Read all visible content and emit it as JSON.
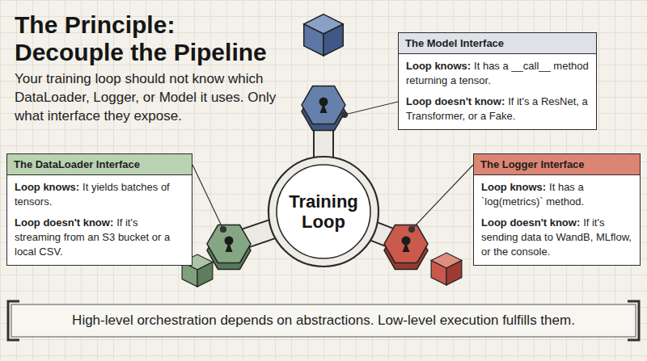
{
  "diagram": {
    "title": "The Principle: Decouple the Pipeline",
    "caption": "High-level orchestration depends on abstractions. Low-level execution fulfills them.",
    "nodes": [
      {
        "text": [
          "The Model Interface",
          "Loop knows:",
          "It has a __call__ method returning a tensor.",
          "Loop doesn't know:",
          "If it's a ResNet, a Transformer, or a Fake."
        ]
      },
      {
        "text": [
          "The DataLoader Interface",
          "Loop knows:",
          "It yields batches of tensors.",
          "Loop doesn't know:",
          "If it's streaming from an S3 bucket or a local CSV."
        ]
      },
      {
        "text": [
          "Training Loop"
        ]
      },
      {
        "text": [
          "The Logger Interface",
          "Loop knows:",
          "It has a `log(metrics)` method.",
          "Loop doesn't know:",
          "If it's sending data to WandB, MLflow, or the console."
        ]
      }
    ],
    "labels": [
      "Your training loop should not know which DataLoader, Logger, or Model it uses. Only what interface they expose."
    ]
  }
}
